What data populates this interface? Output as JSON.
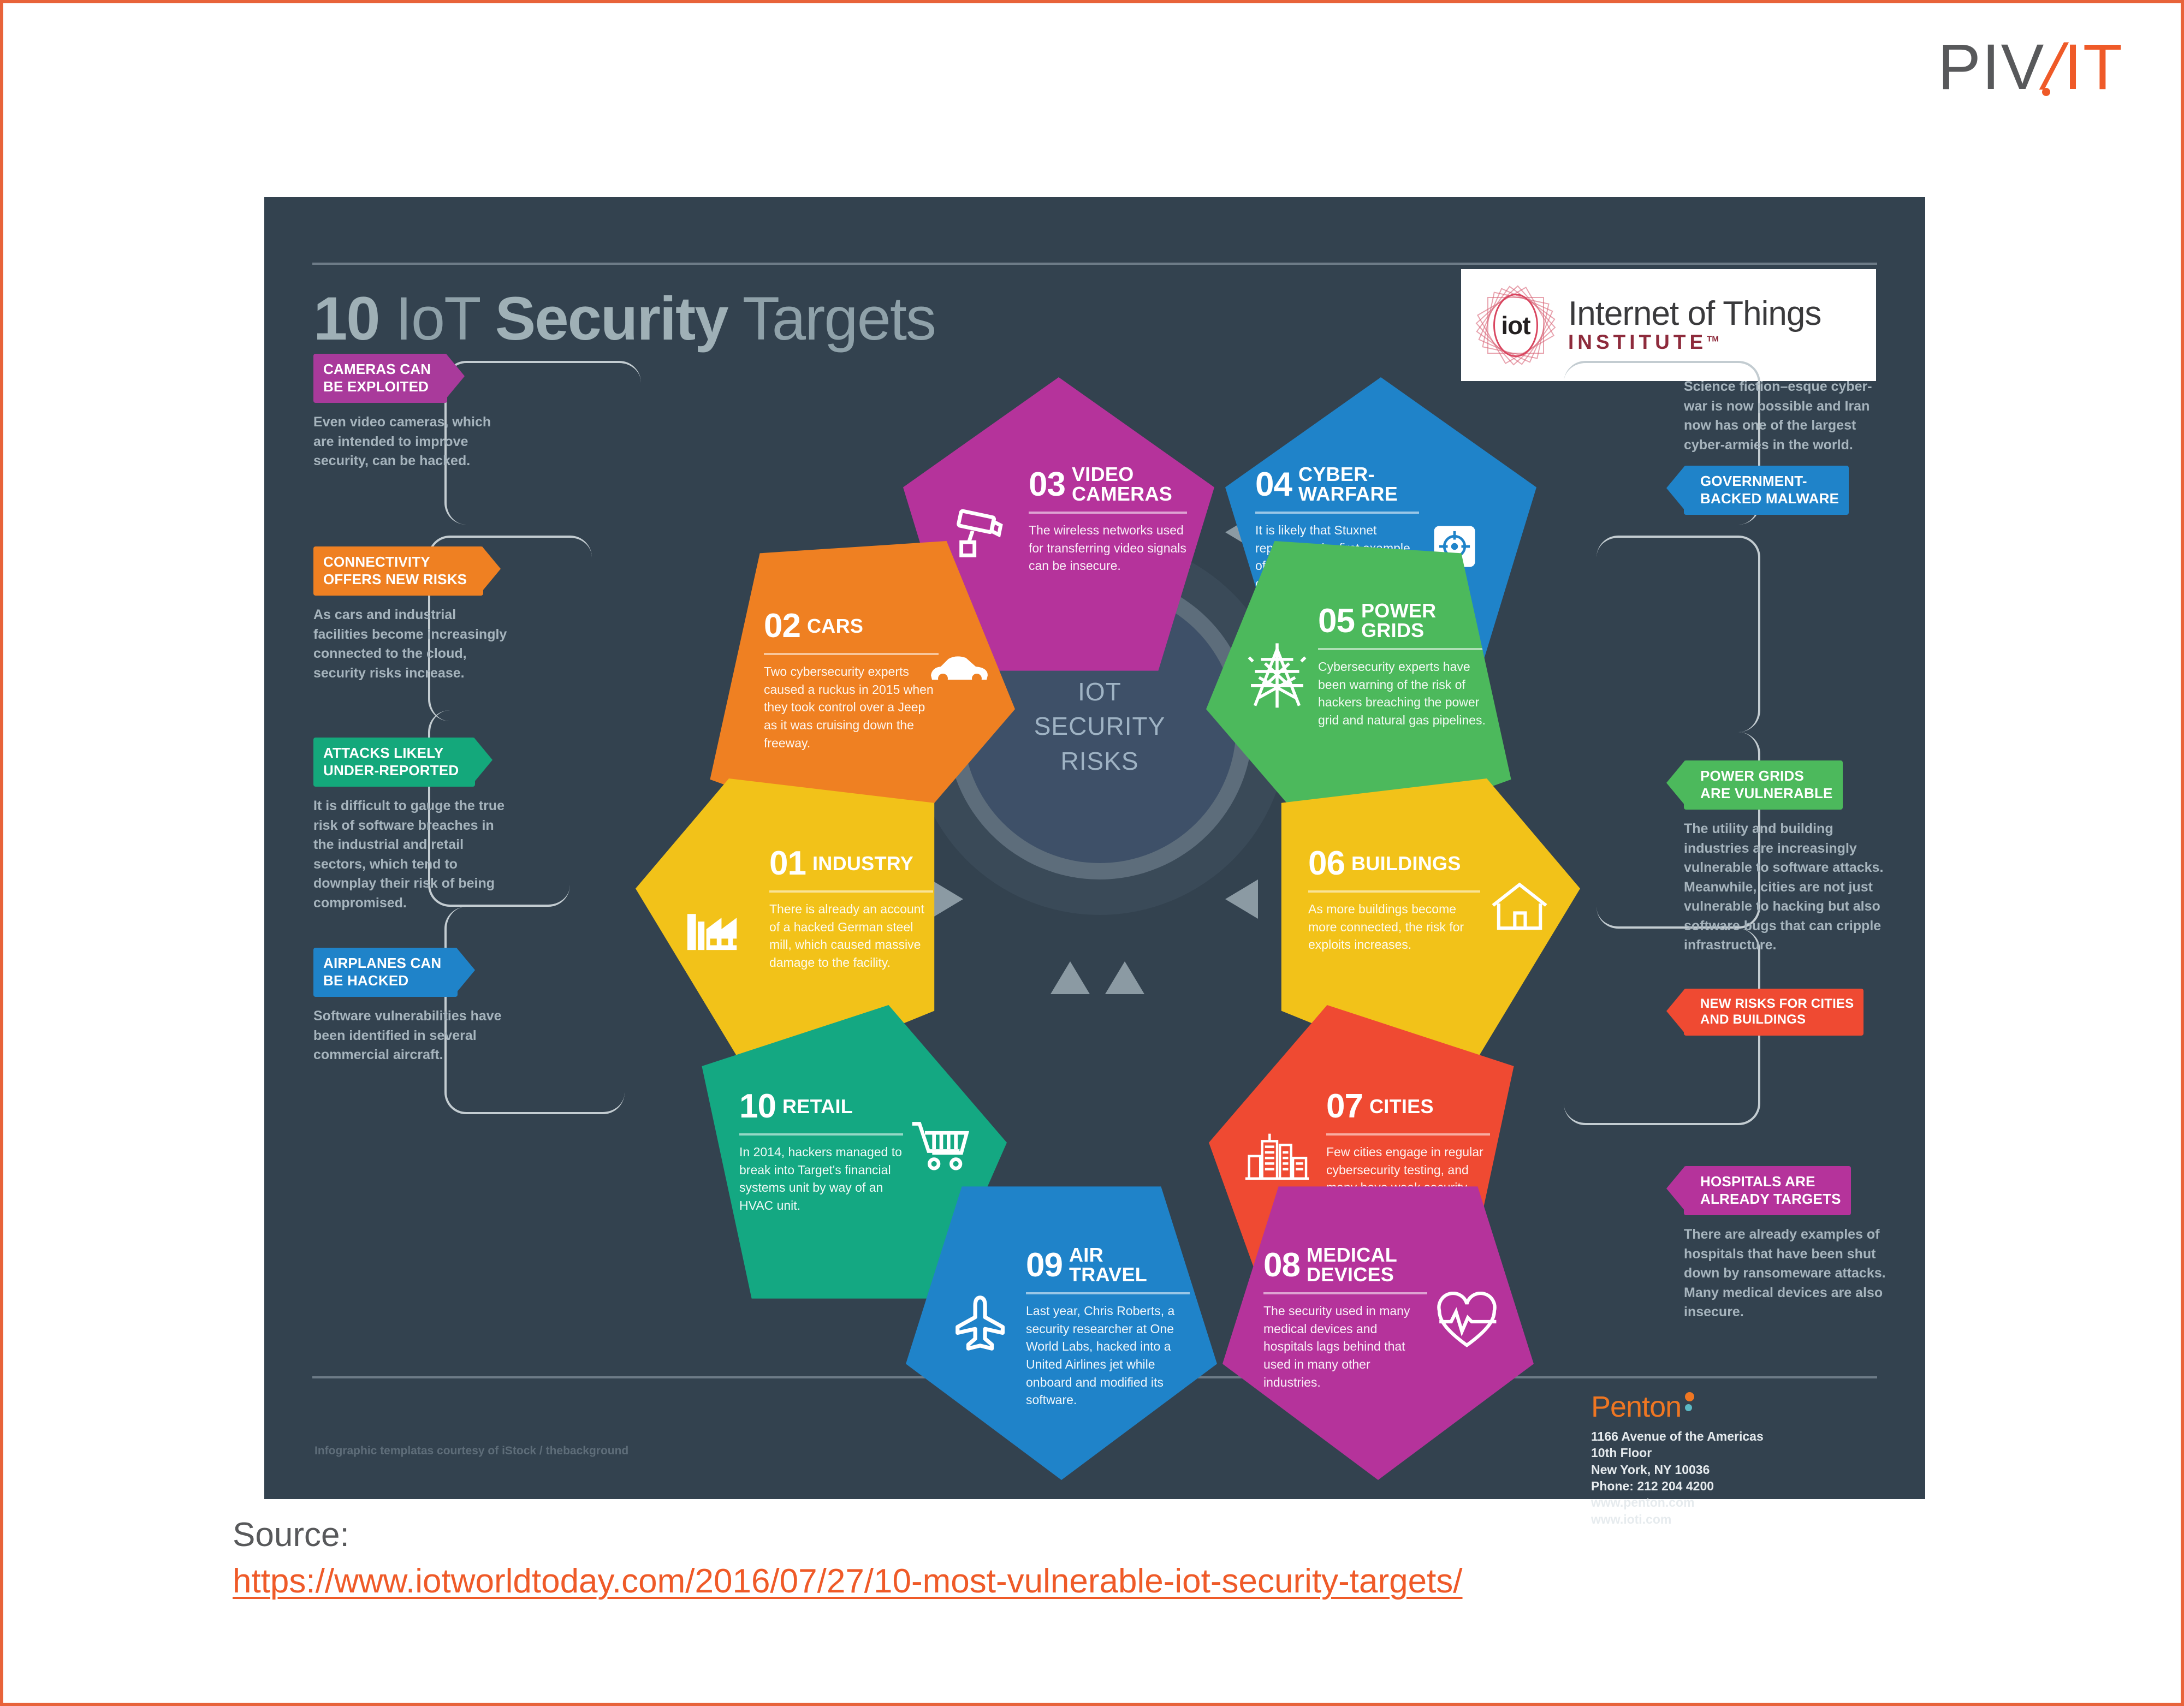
{
  "brand": {
    "name_dark": "PIV",
    "name_slash": "/",
    "name_orange": "IT"
  },
  "infographic": {
    "title_num": "10 ",
    "title_light1": "IoT ",
    "title_bold": "Security",
    "title_light2": " Targets",
    "logo": {
      "mark_text": "iot",
      "line1": "Internet of Things",
      "line2": "INSTITUTE",
      "trademark": "TM"
    },
    "hub": {
      "line1": "IOT",
      "line2": "SECURITY",
      "line3": "RISKS"
    },
    "segments": [
      {
        "number": "01",
        "name": "INDUSTRY",
        "body": "There is already an account of a hacked German steel mill, which caused massive damage to the facility.",
        "color": "#f2c219",
        "icon": "factory-icon"
      },
      {
        "number": "02",
        "name": "CARS",
        "body": "Two cybersecurity experts caused a ruckus in 2015 when they took control over a Jeep as it was cruising down the freeway.",
        "color": "#ef8022",
        "icon": "car-icon"
      },
      {
        "number": "03",
        "name": "VIDEO CAMERAS",
        "body": "The wireless networks used for transferring video signals can be insecure.",
        "color": "#b5339b",
        "icon": "cctv-camera-icon"
      },
      {
        "number": "04",
        "name": "CYBER- WARFARE",
        "body": "It is likely that Stuxnet represents the first example of an entirely new class of cyberweapons.",
        "color": "#1f83c9",
        "icon": "shield-target-icon"
      },
      {
        "number": "05",
        "name": "POWER GRIDS",
        "body": "Cybersecurity experts have been warning of the risk of hackers breaching the power grid and natural gas pipelines.",
        "color": "#4cb95c",
        "icon": "pylon-icon"
      },
      {
        "number": "06",
        "name": "BUILDINGS",
        "body": "As more buildings become more connected, the risk for exploits increases.",
        "color": "#f2c219",
        "icon": "house-icon"
      },
      {
        "number": "07",
        "name": "CITIES",
        "body": "Few cities engage in regular cybersecurity testing, and many have weak security controls in place.",
        "color": "#ef4a32",
        "icon": "skyline-icon"
      },
      {
        "number": "08",
        "name": "MEDICAL DEVICES",
        "body": "The security used in many medical devices and hospitals lags behind that used in many other industries.",
        "color": "#b5339b",
        "icon": "heartbeat-icon"
      },
      {
        "number": "09",
        "name": "AIR TRAVEL",
        "body": "Last year, Chris Roberts, a security researcher at One World Labs, hacked into a United Airlines jet while onboard and modified its software.",
        "color": "#1f83c9",
        "icon": "airplane-icon"
      },
      {
        "number": "10",
        "name": "RETAIL",
        "body": "In 2014, hackers managed to break into Target's financial systems unit by way of an HVAC unit.",
        "color": "#14a882",
        "icon": "shopping-cart-icon"
      }
    ],
    "callouts_left": [
      {
        "tag": "CAMERAS CAN BE EXPLOITED",
        "color": "#a93a9b",
        "body": "Even video cameras, which are intended to improve security, can be hacked."
      },
      {
        "tag": "CONNECTIVITY OFFERS NEW RISKS",
        "color": "#ef8022",
        "body": "As cars and industrial facilities become increasingly connected to the cloud, security risks increase."
      },
      {
        "tag": "ATTACKS LIKELY UNDER-REPORTED",
        "color": "#14a87b",
        "body": "It is difficult to gauge the true risk of software breaches in the industrial and retail sectors, which tend to downplay their risk of being compromised."
      },
      {
        "tag": "AIRPLANES CAN BE HACKED",
        "color": "#1f83c9",
        "body": "Software vulnerabilities have been identified in several commercial aircraft."
      }
    ],
    "callouts_right": [
      {
        "body": "Science fiction–esque cyber-war is now possible and Iran now has one of the largest cyber-armies in the world.",
        "tag": "GOVERNMENT- BACKED MALWARE",
        "color": "#1f83c9",
        "body_first": true
      },
      {
        "tag": "POWER GRIDS ARE VULNERABLE",
        "color": "#4cb95c",
        "body": "The utility and building industries are increasingly vulnerable to software attacks. Meanwhile, cities are not just vulnerable to hacking but also software bugs that can cripple infrastructure."
      },
      {
        "tag": "NEW RISKS FOR CITIES AND BUILDINGS",
        "color": "#ef4a32",
        "body": ""
      },
      {
        "tag": "HOSPITALS ARE ALREADY TARGETS",
        "color": "#b5339b",
        "body": "There are already examples of hospitals that have been shut down by ransomeware attacks. Many medical devices are also insecure."
      }
    ],
    "footer": {
      "company": "Penton",
      "address_line1": "1166 Avenue of the Americas",
      "address_line2": "10th Floor",
      "address_line3": "New York, NY 10036",
      "address_line4": "Phone: 212 204 4200",
      "address_line5": "www.penton.com",
      "address_line6": "www.ioti.com",
      "credit": "Infographic templatas courtesy of iStock / thebackground"
    }
  },
  "source": {
    "label": "Source:",
    "url": "https://www.iotworldtoday.com/2016/07/27/10-most-vulnerable-iot-security-targets/"
  }
}
